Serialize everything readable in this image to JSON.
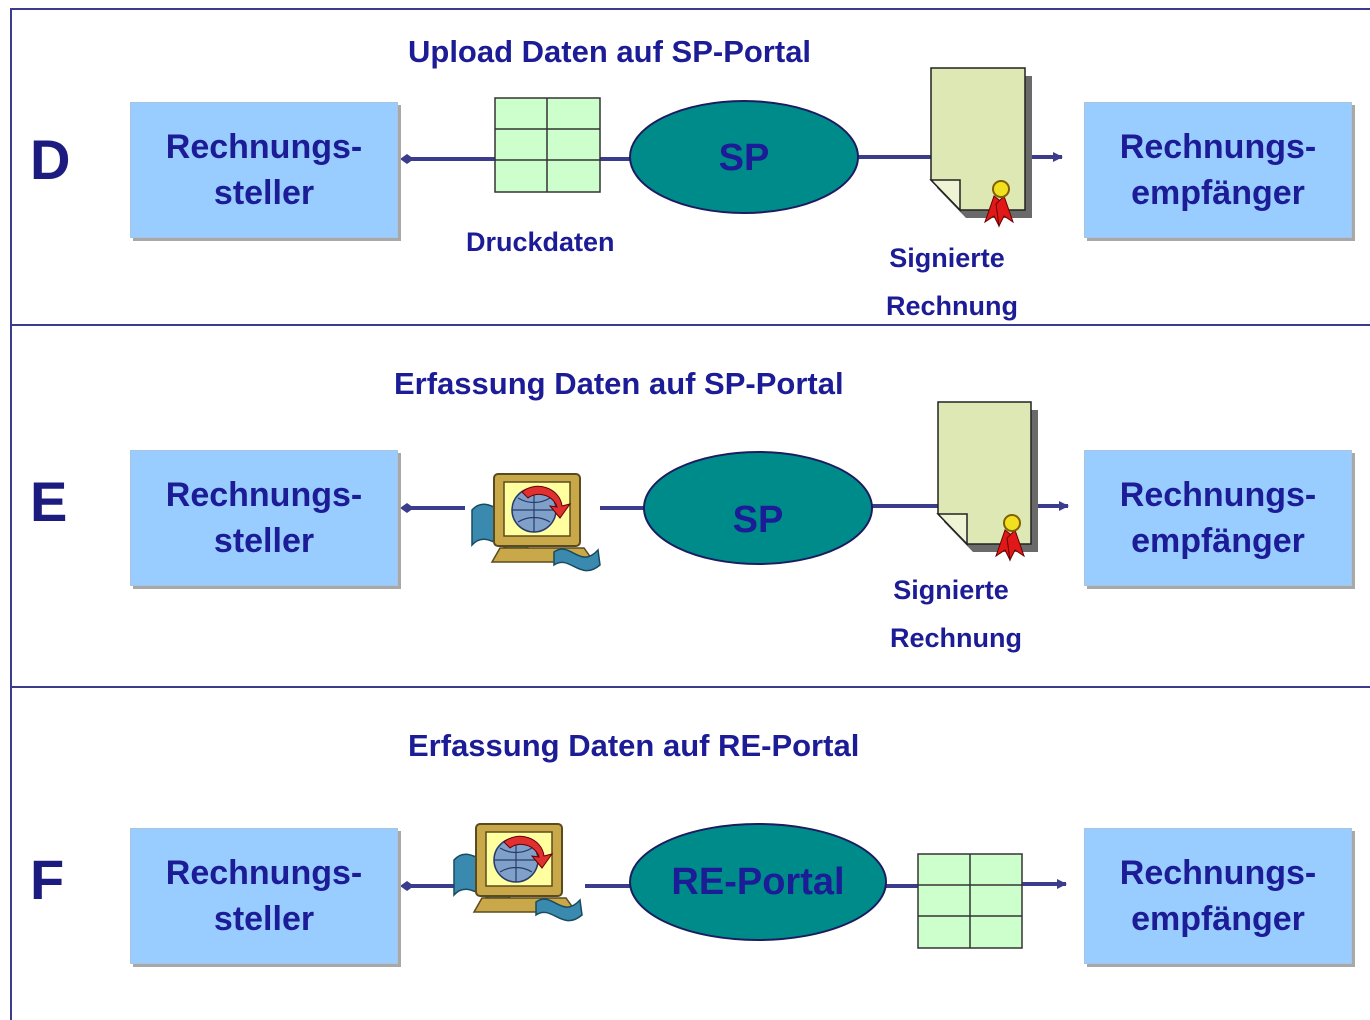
{
  "colors": {
    "line": "#3c3c8c",
    "text": "#1c1c96",
    "box_fill": "#99ccff",
    "ellipse_fill": "#008b8b",
    "grid_fill": "#ccffcc",
    "doc_fill": "#dde8b4"
  },
  "rows": [
    {
      "letter": "D",
      "title": "Upload Daten auf SP-Portal",
      "sender": {
        "line1": "Rechnungs-",
        "line2": "steller"
      },
      "receiver": {
        "line1": "Rechnungs-",
        "line2": "empfänger"
      },
      "input_icon": "grid-table-icon",
      "input_label": "Druckdaten",
      "hub": "SP",
      "output_icon": "signed-document-icon",
      "output_label": {
        "line1": "Signierte",
        "line2": "Rechnung"
      }
    },
    {
      "letter": "E",
      "title": "Erfassung Daten auf SP-Portal",
      "sender": {
        "line1": "Rechnungs-",
        "line2": "steller"
      },
      "receiver": {
        "line1": "Rechnungs-",
        "line2": "empfänger"
      },
      "input_icon": "computer-globe-icon",
      "hub": "SP",
      "output_icon": "signed-document-icon",
      "output_label": {
        "line1": "Signierte",
        "line2": "Rechnung"
      }
    },
    {
      "letter": "F",
      "title": "Erfassung Daten auf RE-Portal",
      "sender": {
        "line1": "Rechnungs-",
        "line2": "steller"
      },
      "receiver": {
        "line1": "Rechnungs-",
        "line2": "empfänger"
      },
      "input_icon": "computer-globe-icon",
      "hub": "RE-Portal",
      "output_icon": "grid-table-icon"
    }
  ]
}
